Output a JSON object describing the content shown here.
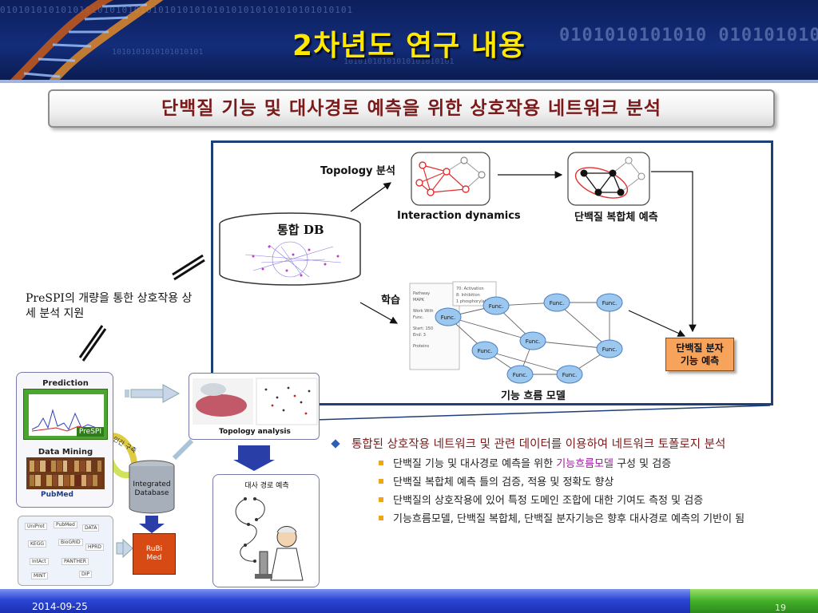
{
  "header": {
    "title": "2차년도 연구 내용"
  },
  "subtitle": "단백질 기능 및 대사경로 예측을 위한 상호작용 네트워크 분석",
  "diagram": {
    "topology_label": "Topology 분석",
    "interaction_label": "Interaction dynamics",
    "complex_label": "단백질 복합체 예측",
    "db_label": "통합 DB",
    "learning_label": "학습",
    "flow_model_label": "기능 흐름 모델",
    "predict_label_line1": "단백질 분자",
    "predict_label_line2": "기능 예측",
    "func_node": "Func."
  },
  "left": {
    "prespi_note": "PreSPI의 개량을 통한 상호작용 상세 분석 지원",
    "prediction_title": "Prediction",
    "prespi_tag": "PreSPI",
    "data_mining_title": "Data Mining",
    "pubmed_label": "PubMed",
    "cycle_label": "인간 구축",
    "integrated_db_line1": "Integrated",
    "integrated_db_line2": "Database",
    "rubimed_line1": "RuBi",
    "rubimed_line2": "Med",
    "topology_analysis_label": "Topology analysis",
    "pathway_predict_label": "대사 경로 예측",
    "db_chips": [
      "UniProt",
      "PubMed",
      "DATA",
      "KEGG",
      "BioGRID",
      "HPRD",
      "IntAct",
      "PANTHER",
      "MINT",
      "DIP"
    ]
  },
  "bullets": {
    "main": "통합된 상호작용 네트워크 및 관련 데이터를 이용하여 네트워크 토폴로지 분석",
    "subs": [
      {
        "pre": "단백질 기능 및 대사경로 예측을 위한 ",
        "hl": "기능흐름모델",
        "post": " 구성 및 검증"
      },
      {
        "pre": "단백질 복합체 예측 틀의 검증, 적용 및 정확도 향상",
        "hl": "",
        "post": ""
      },
      {
        "pre": "단백질의 상호작용에 있어 특정 도메인 조합에 대한 기여도 측정 및 검증",
        "hl": "",
        "post": ""
      },
      {
        "pre": "기능흐름모델, 단백질 복합체, 단백질 분자기능은 향후 대사경로 예측의 기반이 됨",
        "hl": "",
        "post": ""
      }
    ]
  },
  "footer": {
    "date": "2014-09-25",
    "page": "19"
  },
  "colors": {
    "title": "#ffe800",
    "subtitle_text": "#7a1a1a",
    "frame": "#1f3f77",
    "predict_box": "#f7a35c",
    "highlight": "#9a1a9a",
    "footer_blue": "#2c46d6",
    "footer_green": "#43b02a"
  }
}
